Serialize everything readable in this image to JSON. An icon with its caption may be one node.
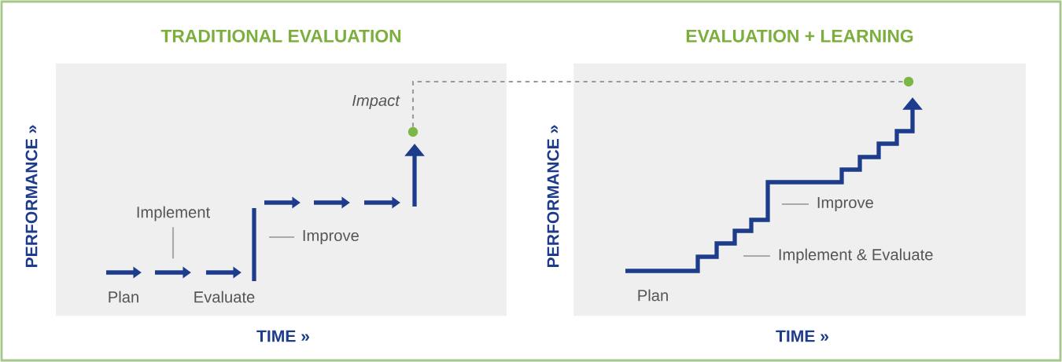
{
  "diagram": {
    "nodes": [
      {
        "text": [
          "TRADITIONAL EVALUATION"
        ]
      },
      {
        "text": [
          "Implement"
        ],
        "in": 0
      },
      {
        "text": [
          "Improve"
        ],
        "in": 0
      },
      {
        "text": [],
        "shape": "circle",
        "in": 0,
        "beside": [
          "Impact"
        ]
      },
      {
        "text": [
          "EVALUATION + LEARNING"
        ]
      },
      {
        "text": [
          "Improve"
        ],
        "in": 4
      },
      {
        "text": [
          "Implement & Evaluate"
        ],
        "in": 4
      },
      {
        "text": [],
        "shape": "circle",
        "in": 4
      }
    ],
    "edges": [
      {
        "from": 1,
        "to": null,
        "arrow": "none"
      },
      {
        "from": 2,
        "to": null,
        "arrow": "none"
      },
      {
        "from": 3,
        "to": 7,
        "arrow": "none",
        "style": "dashed",
        "color": "#9a9a9a"
      },
      {
        "from": 5,
        "to": null,
        "arrow": "none"
      },
      {
        "from": 6,
        "to": null,
        "arrow": "none"
      }
    ],
    "labels": [
      "PERFORMANCE »",
      "Plan",
      "Evaluate",
      "TIME »",
      "PERFORMANCE »",
      "Plan",
      "TIME »"
    ]
  }
}
